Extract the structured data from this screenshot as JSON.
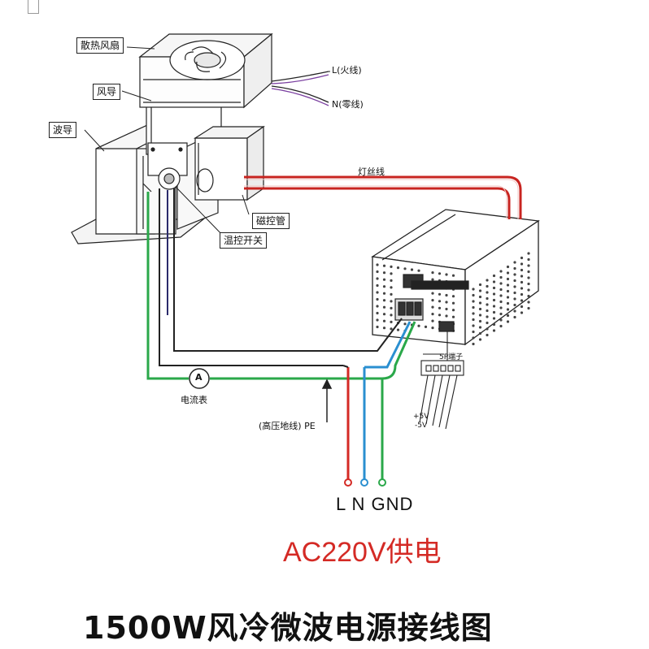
{
  "labels": {
    "fan": "散热风扇",
    "air_duct": "风导",
    "waveguide": "波导",
    "live": "L(火线)",
    "neutral": "N(零线)",
    "filament_wire": "灯丝线",
    "magnetron": "磁控管",
    "thermostat": "温控开关",
    "ammeter_symbol": "A",
    "ammeter": "电流表",
    "ground_hv": "(高压地线) PE",
    "terminal_5p": "5P端子",
    "plus5v": "+5V",
    "minus5v": "-5V"
  },
  "supply": {
    "terminals": "L  N  GND",
    "voltage": "AC220V供电"
  },
  "title": "1500W风冷微波电源接线图",
  "colors": {
    "live_wire": "#d42a25",
    "neutral_wire": "#2a8fd0",
    "ground_wire": "#2aa84a",
    "filament_wire": "#c82420"
  }
}
